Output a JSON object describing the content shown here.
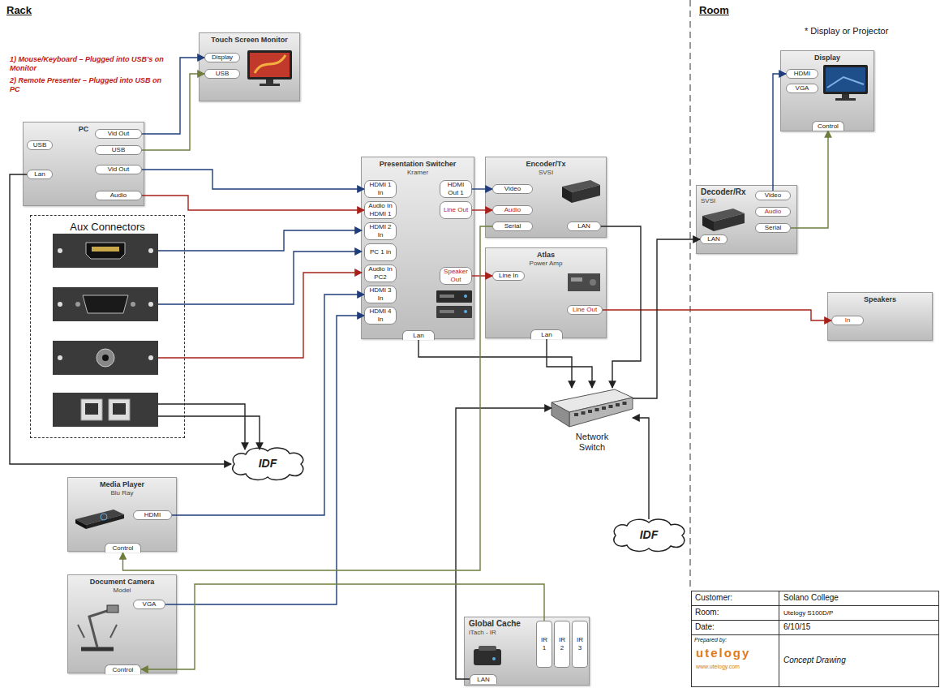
{
  "diagram": {
    "nodes": [
      {
        "text": [
          "Touch Screen Monitor"
        ]
      },
      {
        "text": [
          "Display"
        ],
        "in": 0
      },
      {
        "text": [
          "USB"
        ],
        "in": 0
      },
      {
        "text": [
          "PC"
        ]
      },
      {
        "text": [
          "USB"
        ],
        "in": 3
      },
      {
        "text": [
          "Vid Out"
        ],
        "in": 3
      },
      {
        "text": [
          "USB"
        ],
        "in": 3
      },
      {
        "text": [
          "Lan"
        ],
        "in": 3
      },
      {
        "text": [
          "Vid Out"
        ],
        "in": 3
      },
      {
        "text": [
          "Audio"
        ],
        "in": 3
      },
      {
        "text": [
          "Aux Connectors"
        ]
      },
      {
        "text": [
          "Presentation Switcher",
          "Kramer"
        ]
      },
      {
        "text": [
          "HDMI 1 In"
        ],
        "in": 11
      },
      {
        "text": [
          "Audio In HDMI 1"
        ],
        "in": 11
      },
      {
        "text": [
          "HDMI 2 In"
        ],
        "in": 11
      },
      {
        "text": [
          "PC 1 in"
        ],
        "in": 11
      },
      {
        "text": [
          "Audio In PC2"
        ],
        "in": 11
      },
      {
        "text": [
          "HDMI 3 In"
        ],
        "in": 11
      },
      {
        "text": [
          "HDMI 4 In"
        ],
        "in": 11
      },
      {
        "text": [
          "HDMI Out 1"
        ],
        "in": 11
      },
      {
        "text": [
          "Line Out"
        ],
        "in": 11
      },
      {
        "text": [
          "Speaker Out"
        ],
        "in": 11
      },
      {
        "text": [
          "Lan"
        ],
        "in": 11
      },
      {
        "text": [
          "Encoder/Tx",
          "SVSI"
        ]
      },
      {
        "text": [
          "Video"
        ],
        "in": 23
      },
      {
        "text": [
          "Audio"
        ],
        "in": 23
      },
      {
        "text": [
          "Serial"
        ],
        "in": 23
      },
      {
        "text": [
          "LAN"
        ],
        "in": 23
      },
      {
        "text": [
          "Atlas",
          "Power Amp"
        ]
      },
      {
        "text": [
          "Line In"
        ],
        "in": 28
      },
      {
        "text": [
          "Line Out"
        ],
        "in": 28
      },
      {
        "text": [
          "Lan"
        ],
        "in": 28
      },
      {
        "text": [
          "Decoder/Rx",
          "SVSI"
        ]
      },
      {
        "text": [
          "LAN"
        ],
        "in": 32
      },
      {
        "text": [
          "Video"
        ],
        "in": 32
      },
      {
        "text": [
          "Audio"
        ],
        "in": 32
      },
      {
        "text": [
          "Serial"
        ],
        "in": 32
      },
      {
        "text": [
          "Display"
        ]
      },
      {
        "text": [
          "HDMI"
        ],
        "in": 37
      },
      {
        "text": [
          "VGA"
        ],
        "in": 37
      },
      {
        "text": [
          "Control"
        ],
        "in": 37
      },
      {
        "text": [
          "Speakers"
        ]
      },
      {
        "text": [
          "In"
        ],
        "in": 41
      },
      {
        "text": [
          "IDF"
        ]
      },
      {
        "text": [
          "Media Player",
          "Blu Ray"
        ]
      },
      {
        "text": [
          "HDMI"
        ],
        "in": 44
      },
      {
        "text": [
          "Control"
        ],
        "in": 44
      },
      {
        "text": [
          "Network Switch"
        ]
      },
      {
        "text": [
          "IDF"
        ]
      },
      {
        "text": [
          "Document Camera",
          "Model"
        ]
      },
      {
        "text": [
          "VGA"
        ],
        "in": 49
      },
      {
        "text": [
          "Control"
        ],
        "in": 49
      },
      {
        "text": [
          "Global Cache",
          "iTach - IR"
        ]
      },
      {
        "text": [
          "LAN"
        ],
        "in": 52
      },
      {
        "text": [
          "IR 1"
        ],
        "in": 52
      },
      {
        "text": [
          "IR 2"
        ],
        "in": 52
      },
      {
        "text": [
          "IR 3"
        ],
        "in": 52
      }
    ],
    "edges": [
      {
        "from": 5,
        "to": 1,
        "arrow": "to"
      },
      {
        "from": 6,
        "to": 2,
        "arrow": "to"
      },
      {
        "from": 8,
        "to": 12,
        "arrow": "to"
      },
      {
        "from": 9,
        "to": 13,
        "arrow": "to"
      },
      {
        "from": 7,
        "to": 43,
        "arrow": "to"
      },
      {
        "from": 45,
        "to": 17,
        "arrow": "to"
      },
      {
        "from": 50,
        "to": 18,
        "arrow": "to"
      },
      {
        "from": 19,
        "to": 24,
        "arrow": "to"
      },
      {
        "from": 20,
        "to": 25,
        "arrow": "to"
      },
      {
        "from": 21,
        "to": 29,
        "arrow": "to"
      },
      {
        "from": 30,
        "to": 42,
        "arrow": "to"
      },
      {
        "from": 22,
        "to": 47,
        "arrow": "to"
      },
      {
        "from": 27,
        "to": 47,
        "arrow": "to"
      },
      {
        "from": 31,
        "to": 47,
        "arrow": "to"
      },
      {
        "from": 47,
        "to": 33,
        "arrow": "to"
      },
      {
        "from": 34,
        "to": 38,
        "arrow": "to"
      },
      {
        "from": 36,
        "to": 40,
        "arrow": "to"
      },
      {
        "from": 48,
        "to": 47,
        "arrow": "to"
      },
      {
        "from": 53,
        "to": 47,
        "arrow": "to"
      },
      {
        "from": 26,
        "to": 46,
        "arrow": "to"
      },
      {
        "from": 54,
        "to": 51,
        "arrow": "to"
      }
    ],
    "labels": [
      "Rack",
      "Room",
      "* Display or Projector",
      "1) Mouse/Keyboard – Plugged into USB's on Monitor",
      "2) Remote Presenter – Plugged into USB on PC",
      "Customer:",
      "Solano College",
      "Room:",
      "Utelogy S100D/P",
      "Date:",
      "6/10/15",
      "Prepared by:",
      "utelogy",
      "www.utelogy.com",
      "Concept Drawing"
    ]
  }
}
